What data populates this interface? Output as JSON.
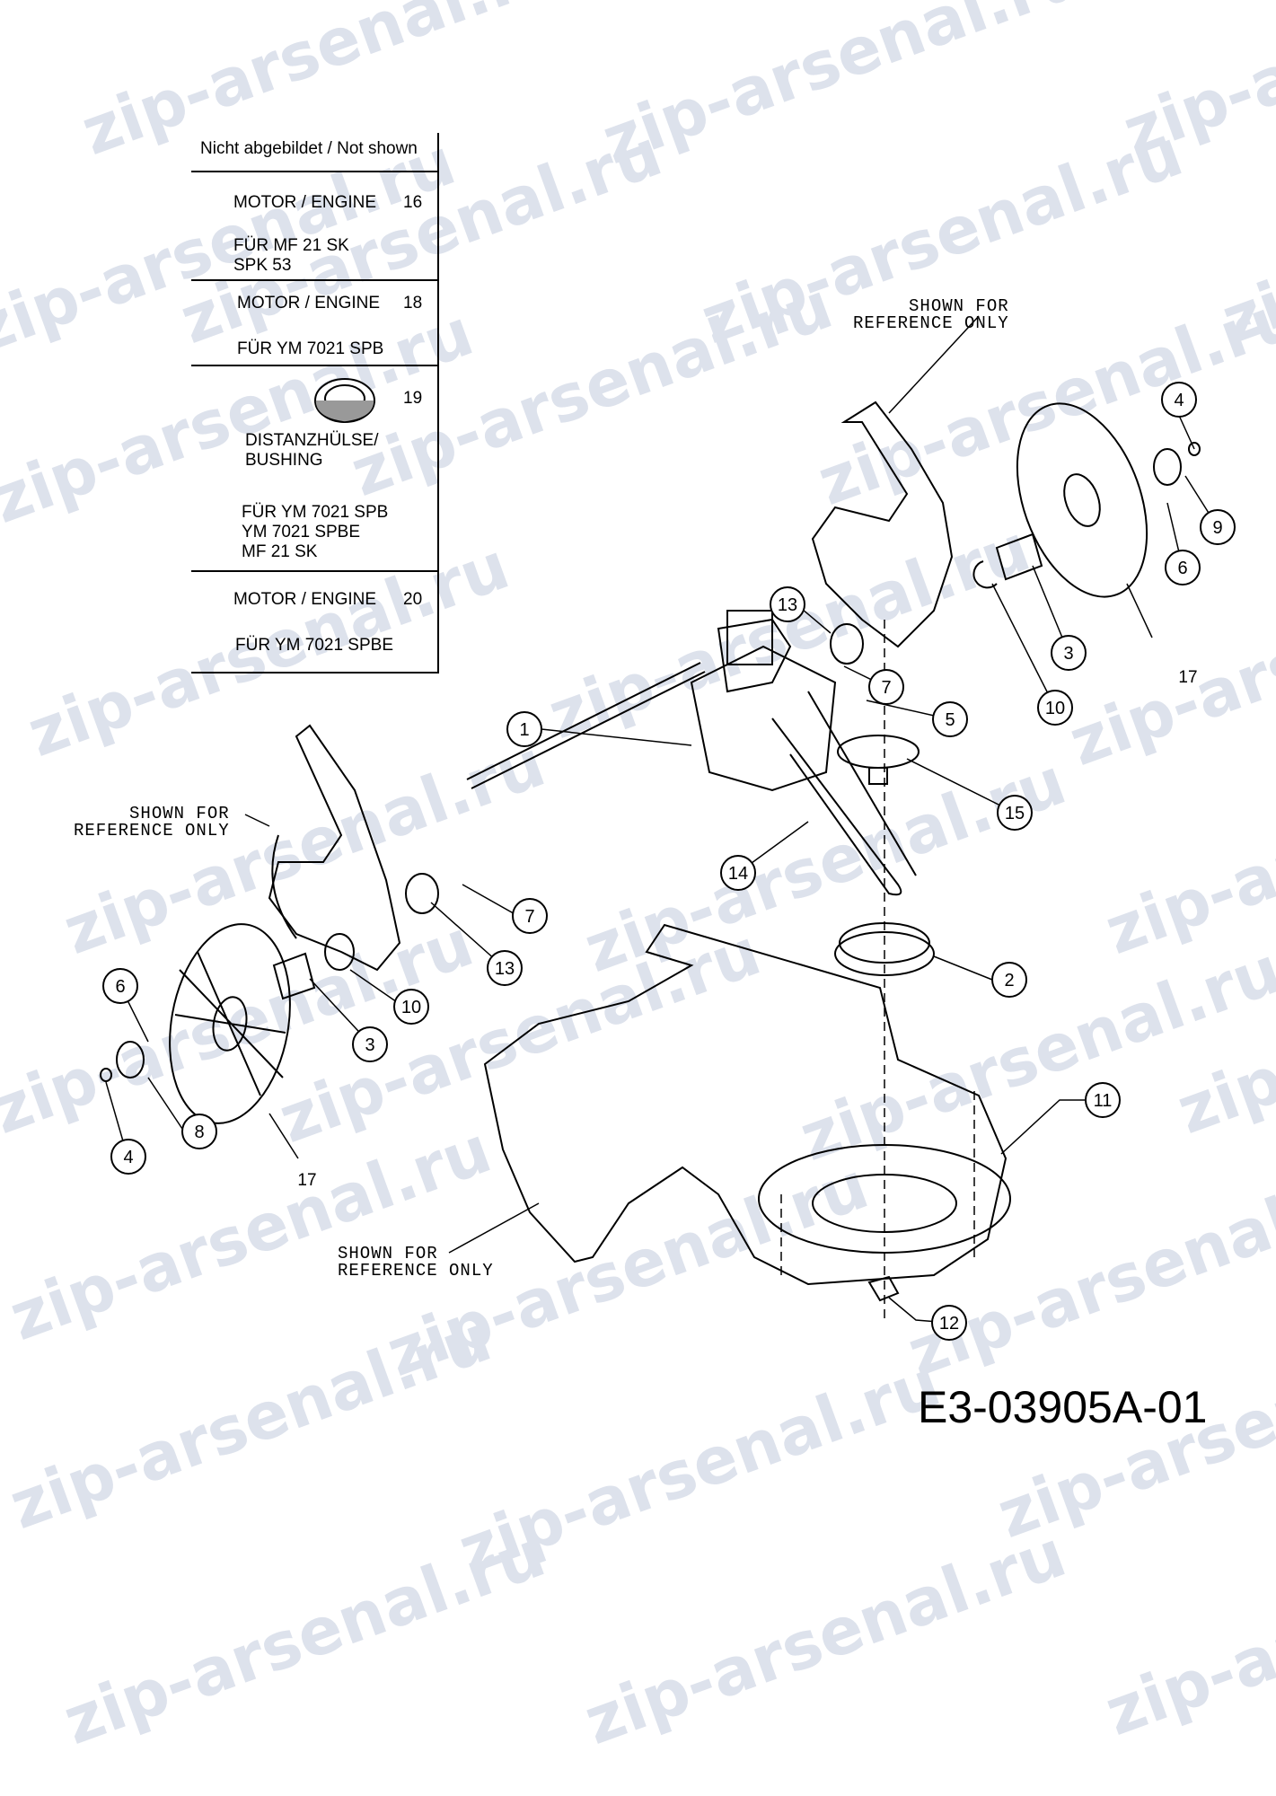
{
  "watermark": "zip-arsenal.ru",
  "legend": {
    "header": "Nicht abgebildet / Not shown",
    "items": [
      {
        "name": "MOTOR / ENGINE",
        "number": "16",
        "note_lines": [
          "FÜR  MF 21 SK",
          "SPK 53"
        ]
      },
      {
        "name": "MOTOR / ENGINE",
        "number": "18",
        "note_lines": [
          "FÜR YM 7021 SPB"
        ]
      },
      {
        "name_lines": [
          "DISTANZHÜLSE/",
          "BUSHING"
        ],
        "number": "19",
        "note_lines": [
          "FÜR YM 7021 SPB",
          "YM 7021 SPBE",
          "MF 21 SK"
        ],
        "icon": "bushing-ring-icon"
      },
      {
        "name": "MOTOR / ENGINE",
        "number": "20",
        "note_lines": [
          "FÜR YM 7021 SPBE"
        ]
      }
    ]
  },
  "references": [
    {
      "lines": [
        "SHOWN FOR",
        "REFERENCE  ONLY"
      ]
    },
    {
      "lines": [
        "SHOWN FOR",
        "REFERENCE  ONLY"
      ]
    },
    {
      "lines": [
        "SHOWN FOR",
        "REFERENCE  ONLY"
      ]
    }
  ],
  "callouts": [
    "1",
    "2",
    "3",
    "3",
    "4",
    "4",
    "5",
    "6",
    "6",
    "7",
    "7",
    "8",
    "9",
    "10",
    "10",
    "11",
    "12",
    "13",
    "13",
    "14",
    "15"
  ],
  "free_labels": [
    "17",
    "17"
  ],
  "drawing_code": "E3-03905A-01"
}
